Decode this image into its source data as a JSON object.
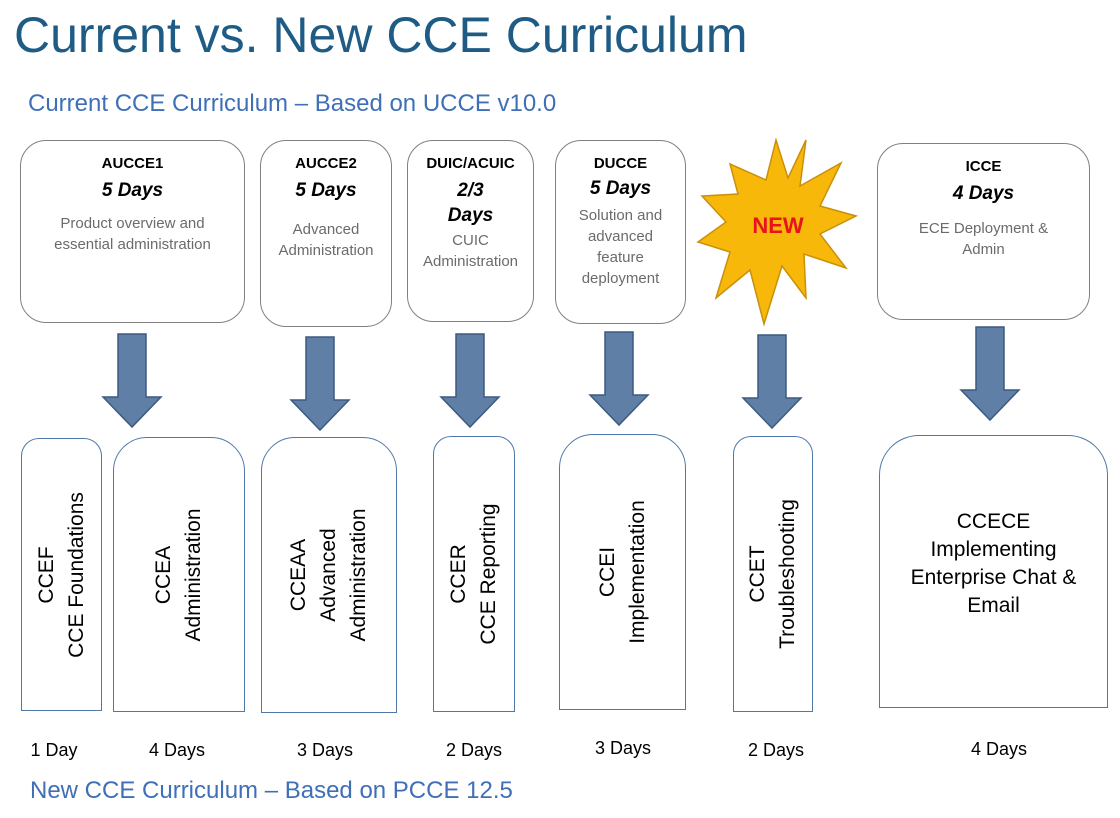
{
  "title": "Current vs. New CCE Curriculum",
  "current_label": "Current CCE Curriculum – Based on UCCE v10.0",
  "new_label": "New CCE Curriculum – Based on PCCE 12.5",
  "current_courses": [
    {
      "code": "AUCCE1",
      "days": "5 Days",
      "desc": [
        "Product overview and",
        "essential administration"
      ]
    },
    {
      "code": "AUCCE2",
      "days": "5 Days",
      "desc": [
        "Advanced",
        "Administration"
      ]
    },
    {
      "code": "DUIC/ACUIC",
      "days": [
        "2/3",
        "Days"
      ],
      "desc": [
        "CUIC",
        "Administration"
      ]
    },
    {
      "code": "DUCCE",
      "days": "5 Days",
      "desc": [
        "Solution and",
        "advanced",
        "feature",
        "deployment"
      ]
    },
    {
      "code": "ICCE",
      "days": "4 Days",
      "desc": [
        "ECE Deployment &",
        "Admin"
      ]
    }
  ],
  "new_badge": "NEW",
  "new_courses": [
    {
      "lines": [
        "CCEF",
        "CCE Foundations"
      ],
      "duration": "1 Day"
    },
    {
      "lines": [
        "CCEA",
        "Administration"
      ],
      "duration": "4 Days"
    },
    {
      "lines": [
        "CCEAA",
        "Advanced",
        "Administration"
      ],
      "duration": "3 Days"
    },
    {
      "lines": [
        "CCER",
        "CCE Reporting"
      ],
      "duration": "2 Days"
    },
    {
      "lines": [
        "CCEI",
        "Implementation"
      ],
      "duration": "3 Days"
    },
    {
      "lines": [
        "CCET",
        "Troubleshooting"
      ],
      "duration": "2 Days"
    },
    {
      "lines": [
        "CCECE",
        "Implementing",
        "Enterprise Chat &",
        "Email"
      ],
      "duration": "4 Days"
    }
  ],
  "colors": {
    "title": "#1f5c85",
    "subtitle": "#3f6fb6",
    "arrow_fill": "#5f7fa6",
    "arrow_stroke": "#3d5a80",
    "star_fill": "#f7b80a",
    "new_text": "#e8141b"
  }
}
